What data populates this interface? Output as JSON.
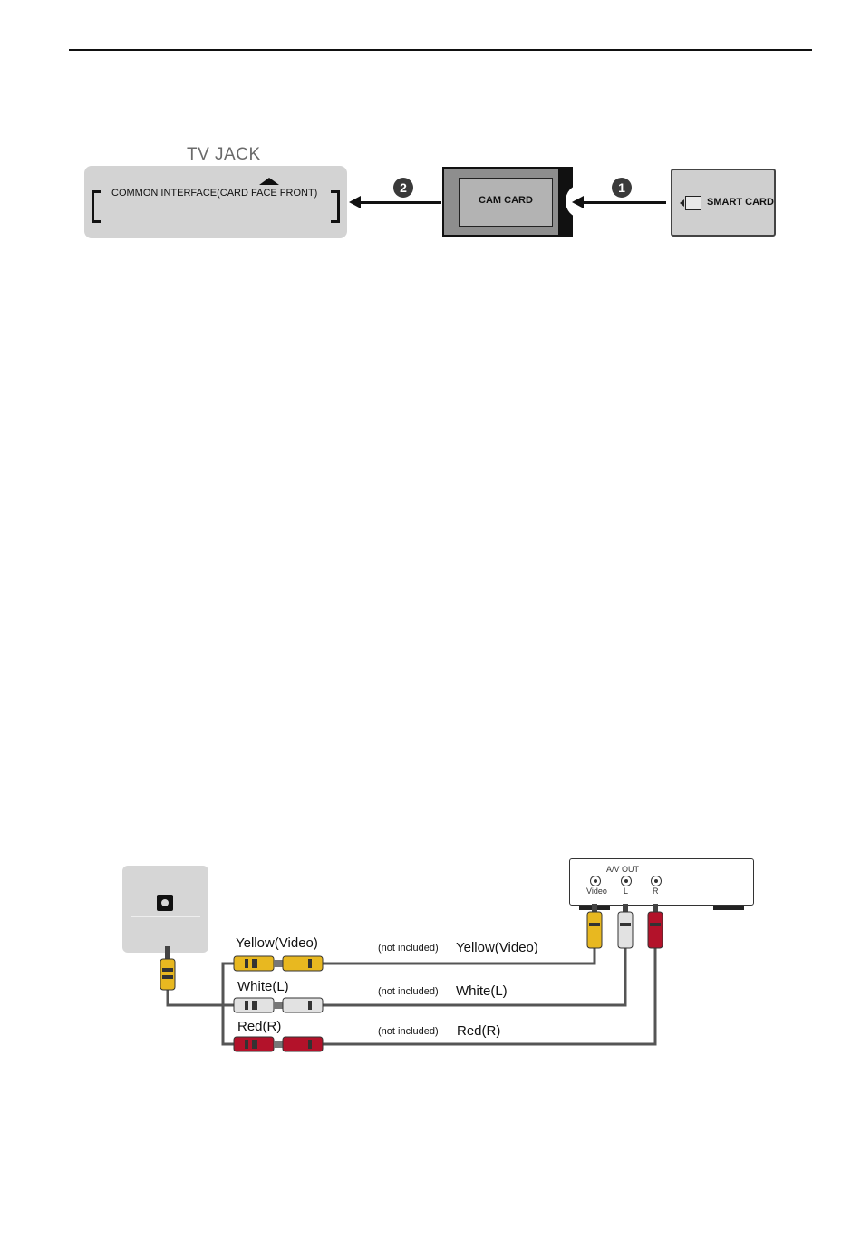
{
  "cam_diagram": {
    "title": "TV JACK",
    "slot_label": "COMMON INTERFACE(CARD FACE FRONT)",
    "cam_card_label": "CAM CARD",
    "smart_card_label": "SMART CARD",
    "steps": [
      {
        "number": "1",
        "symbol": "❶"
      },
      {
        "number": "2",
        "symbol": "❷"
      }
    ]
  },
  "av_diagram": {
    "device": {
      "av_out_label": "A/V OUT",
      "jacks": [
        "Video",
        "L",
        "R"
      ]
    },
    "cables": [
      {
        "color_name": "Yellow",
        "color": "#e8b820",
        "left_label": "Yellow(Video)",
        "note": "(not included)",
        "right_label": "Yellow(Video)"
      },
      {
        "color_name": "White",
        "color": "#e2e2e2",
        "left_label": "White(L)",
        "note": "(not included)",
        "right_label": "White(L)"
      },
      {
        "color_name": "Red",
        "color": "#b3122a",
        "left_label": "Red(R)",
        "note": "(not included)",
        "right_label": "Red(R)"
      }
    ]
  }
}
